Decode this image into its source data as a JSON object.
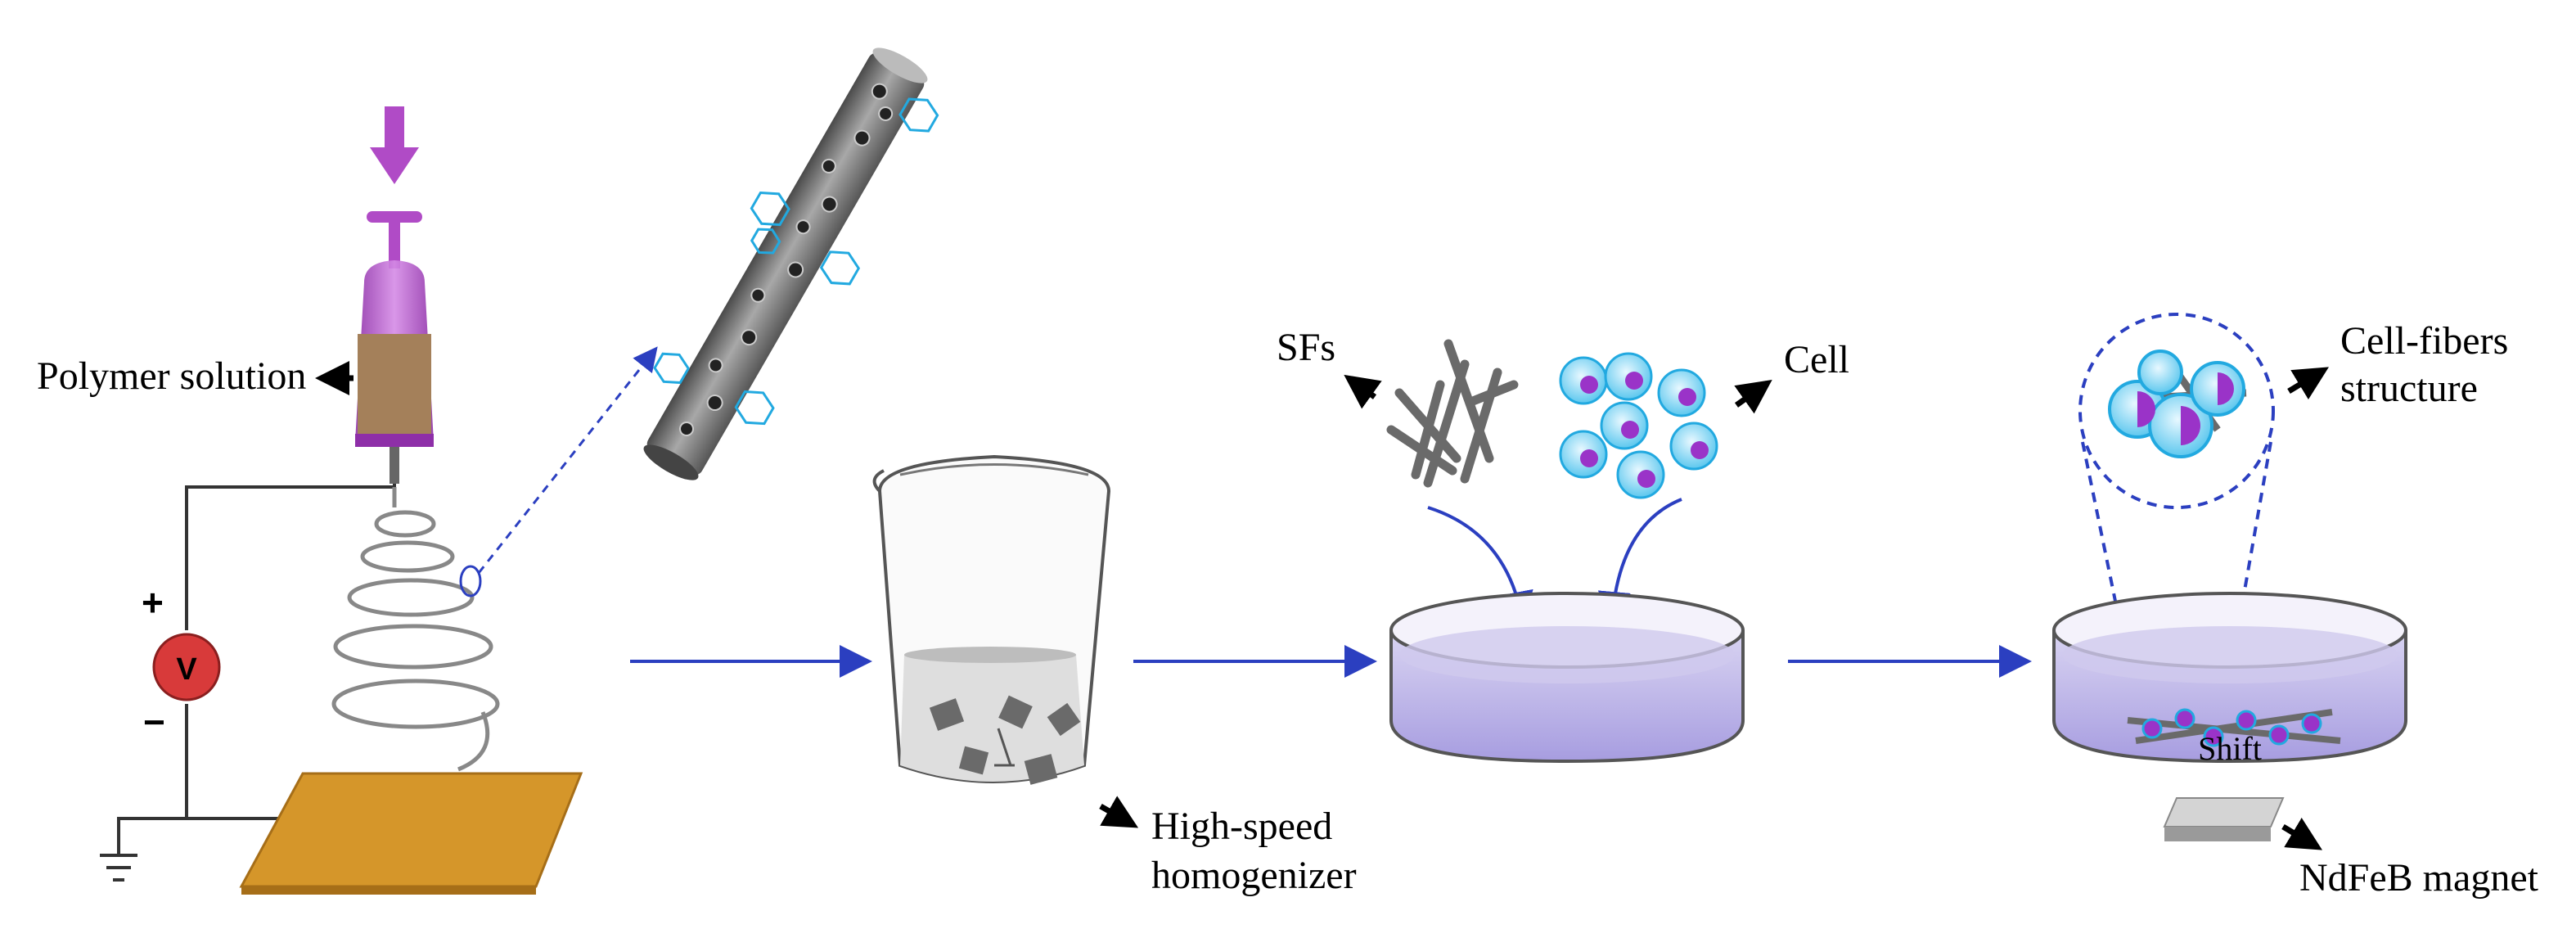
{
  "labels": {
    "polymer_solution": "Polymer solution",
    "high_speed": "High-speed",
    "homogenizer": "homogenizer",
    "sfs": "SFs",
    "cell": "Cell",
    "cell_fibers_1": "Cell-fibers",
    "cell_fibers_2": "structure",
    "shift": "Shift",
    "ndfeb": "NdFeB magnet",
    "plus": "+",
    "minus": "−",
    "voltage": "V"
  },
  "colors": {
    "arrow_blue": "#2b3fc0",
    "syringe_purple": "#b04bc6",
    "solution_brown": "#a4805a",
    "collector_orange": "#d5962a",
    "voltmeter_red": "#d83a3a",
    "fiber_gray": "#7a7a7a",
    "cell_cyan": "#22a9e0",
    "cell_nucleus": "#9a33c8",
    "liquid_lavender": "#c9c3ea"
  }
}
